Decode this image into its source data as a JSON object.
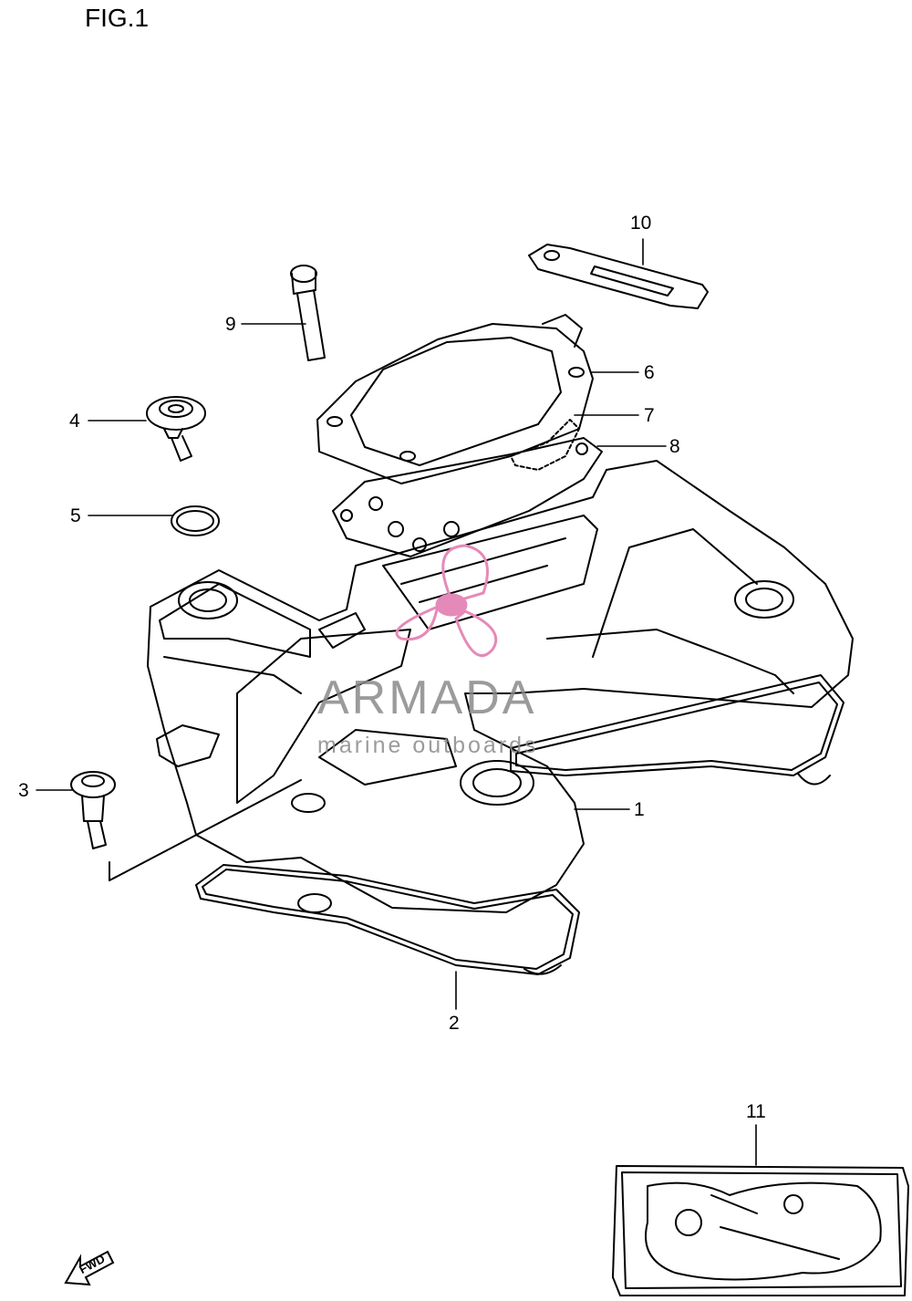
{
  "figure": {
    "title": "FIG.1"
  },
  "callouts": [
    {
      "id": "1",
      "label": "1"
    },
    {
      "id": "2",
      "label": "2"
    },
    {
      "id": "3",
      "label": "3"
    },
    {
      "id": "4",
      "label": "4"
    },
    {
      "id": "5",
      "label": "5"
    },
    {
      "id": "6",
      "label": "6"
    },
    {
      "id": "7",
      "label": "7"
    },
    {
      "id": "8",
      "label": "8"
    },
    {
      "id": "9",
      "label": "9"
    },
    {
      "id": "10",
      "label": "10"
    },
    {
      "id": "11",
      "label": "11"
    }
  ],
  "watermark": {
    "brand": "ARMADA",
    "tagline": "marine outboards",
    "color": "#e58ab8"
  },
  "direction_marker": {
    "label": "FWD",
    "icon": "forward-arrow-icon"
  }
}
